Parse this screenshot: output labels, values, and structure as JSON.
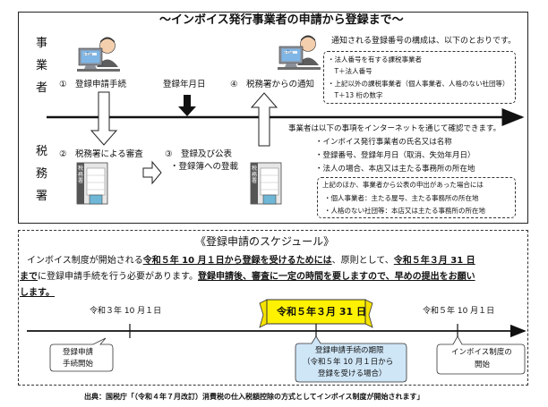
{
  "top": {
    "title": "～インボイス発行事業者の申請から登録まで～",
    "side_business": [
      "事",
      "業",
      "者"
    ],
    "side_tax_office": [
      "税",
      "務",
      "署"
    ],
    "step1": "①　登録申請手続",
    "step_date": "登録年月日",
    "step4": "④　税務署からの通知",
    "step2": "②　税務署による審査",
    "step3_line1": "③　登録及び公表",
    "step3_line2": "・登録簿への登載",
    "building_sign": "税務署",
    "pc_screen": "e-Tax",
    "notice_title": "通知される登録番号の構成は、以下のとおりです。",
    "notice_items": [
      "・法人番号を有する課税事業者",
      "　T＋法人番号",
      "・上記以外の課税事業者（個人事業者、人格のない社団等）",
      "　T＋13 桁の数字"
    ],
    "internet_title": "事業者は以下の事項をインターネットを通じて確認できます。",
    "internet_items": [
      "・インボイス発行事業者の氏名又は名称",
      "・登録番号、登録年月日（取消、失効年月日）",
      "・法人の場合、本店又は主たる事務所の所在地"
    ],
    "extra_title": "上記のほか、事業者から公表の申出があった場合には",
    "extra_items": [
      "・個人事業者：主たる屋号、主たる事務所の所在地",
      "・人格のない社団等：本店又は主たる事務所の所在地"
    ]
  },
  "schedule": {
    "title": "《登録申請のスケジュール》",
    "para_line1_a": "インボイス制度が開始される",
    "para_line1_b": "令和５年 10 月１日から登録を受けるためには",
    "para_line1_c": "、原則として、",
    "para_line1_d": "令和５年３月 31 日",
    "para_line2_a": "まで",
    "para_line2_b": "に登録申請手続を行う必要があります。",
    "para_line2_c": "登録申請後、審査に一定の時間を要しますので、早めの提出をお願い",
    "para_line3": "します。",
    "date_left": "令和３年 10 月１日",
    "date_mid": "令和５年３月 31 日",
    "date_right": "令和５年 10 月１日",
    "box_left": [
      "登録申請",
      "手続開始"
    ],
    "box_mid": [
      "登録申請手続の期限",
      "（令和５年 10 月１日から",
      "登録を受ける場合）"
    ],
    "box_right": [
      "インボイス制度の",
      "開始"
    ]
  },
  "source": "出典：国税庁「（令和４年７月改訂）消費税の仕入税額控除の方式としてインボイス制度が開始されます」",
  "colors": {
    "highlight_yellow": "#fff200",
    "deadline_blue": "#cfe6f7",
    "screen_blue": "#7fb6e6",
    "skin": "#f4cfae"
  },
  "icons": [
    "computer-user-icon",
    "tax-office-building-icon"
  ]
}
